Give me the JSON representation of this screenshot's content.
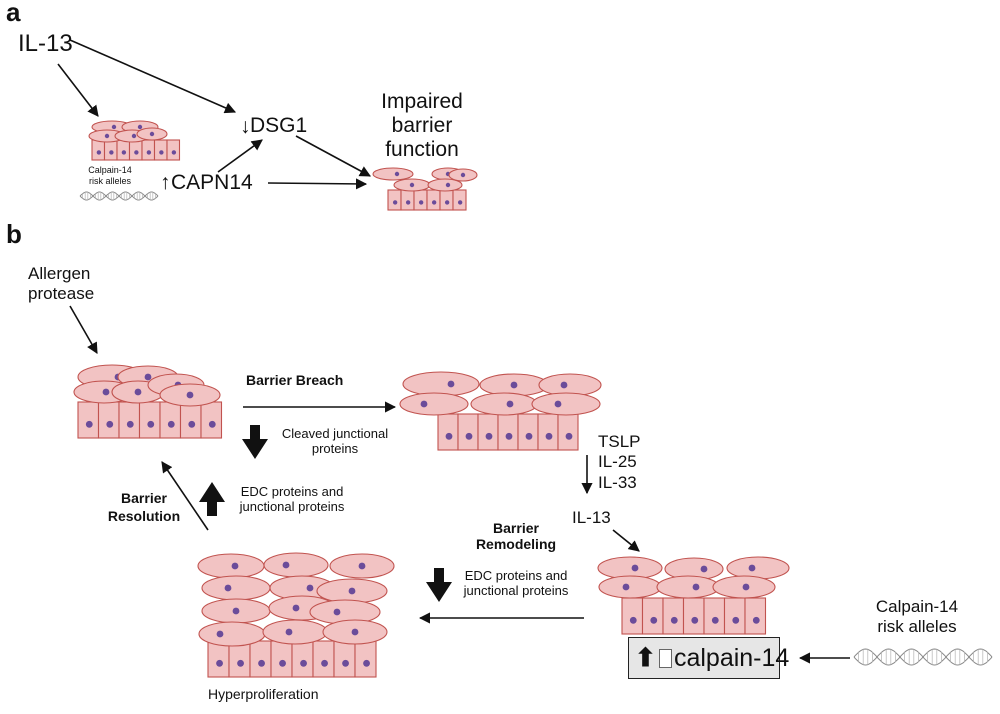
{
  "panel_a": {
    "letter": "a",
    "il13": "IL-13",
    "dsg1": "DSG1",
    "capn14": "CAPN14",
    "impaired": [
      "Impaired",
      "barrier",
      "function"
    ],
    "risk_alleles": [
      "Calpain-14",
      "risk alleles"
    ],
    "arrow_down": "↓",
    "arrow_up": "↑"
  },
  "panel_b": {
    "letter": "b",
    "allergen": [
      "Allergen",
      "protease"
    ],
    "barrier_breach": "Barrier Breach",
    "cleaved": [
      "Cleaved junctional",
      "proteins"
    ],
    "cytokines": [
      "TSLP",
      "IL-25",
      "IL-33"
    ],
    "il13": "IL-13",
    "barrier_remodeling": [
      "Barrier",
      "Remodeling"
    ],
    "edc_down": [
      "EDC proteins and",
      "junctional proteins"
    ],
    "barrier_resolution": [
      "Barrier",
      "Resolution"
    ],
    "edc_up": [
      "EDC proteins and",
      "junctional proteins"
    ],
    "hyperproliferation": "Hyperproliferation",
    "risk_alleles": [
      "Calpain-14",
      "risk alleles"
    ],
    "calpain_box": {
      "arrow": "⬆",
      "label": "calpain-14"
    }
  },
  "colors": {
    "cell_fill": "#f2c3c3",
    "cell_stroke": "#c1534f",
    "nucleus": "#6b4c9a",
    "arrow": "#111111"
  }
}
